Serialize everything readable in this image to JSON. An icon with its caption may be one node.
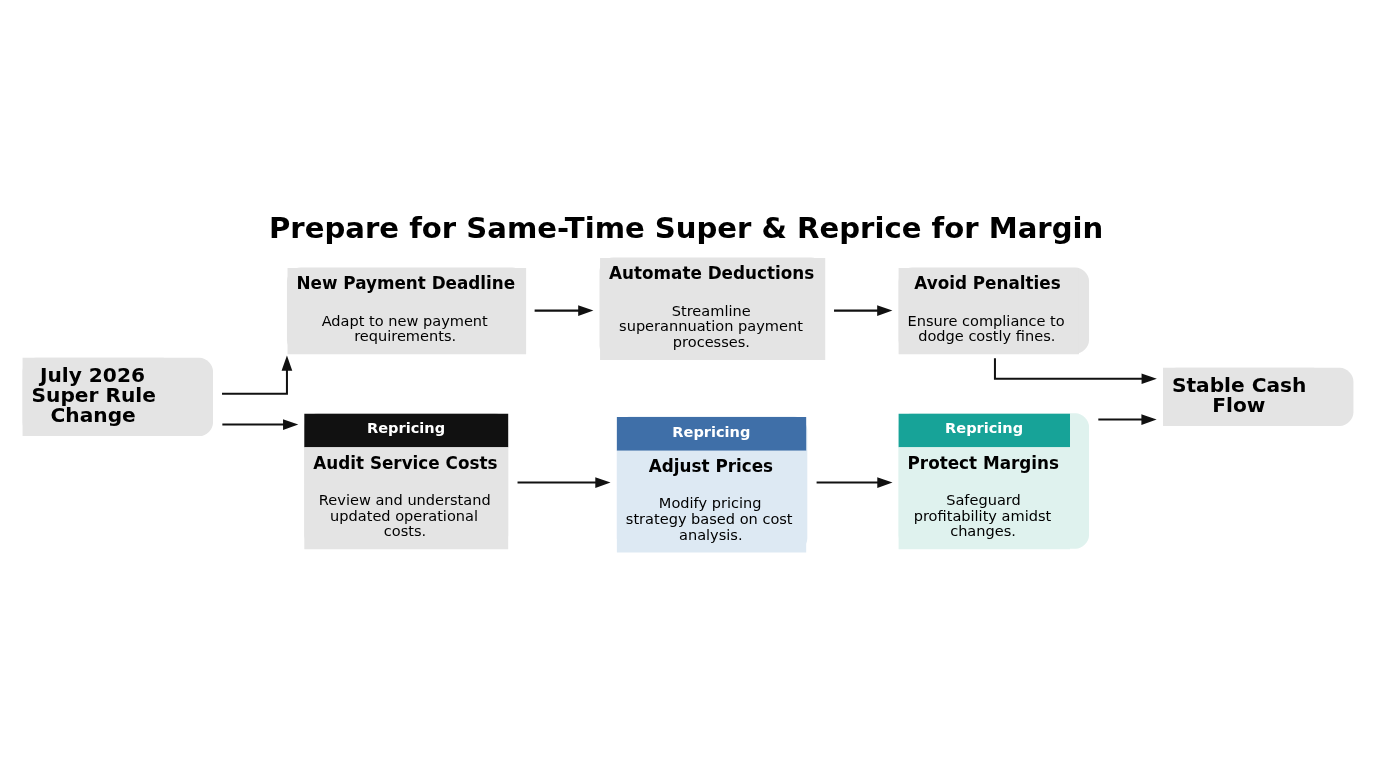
{
  "diagram": {
    "title": "Prepare for Same-Time Super & Reprice for Margin",
    "nodes": [
      {
        "text": [
          "July 2026 Super Rule Change"
        ]
      },
      {
        "text": [
          "New Payment Deadline",
          "Adapt to new payment requirements."
        ]
      },
      {
        "text": [
          "Automate Deductions",
          "Streamline superannuation payment processes."
        ]
      },
      {
        "text": [
          "Avoid Penalties",
          "Ensure compliance to dodge costly fines."
        ]
      },
      {
        "text": [
          "Repricing",
          "Audit Service Costs",
          "Review and understand updated operational costs."
        ]
      },
      {
        "text": [
          "Repricing",
          "Adjust Prices",
          "Modify pricing strategy based on cost analysis."
        ]
      },
      {
        "text": [
          "Repricing",
          "Protect Margins",
          "Safeguard profitability amidst changes."
        ]
      },
      {
        "text": [
          "Stable Cash Flow"
        ]
      }
    ],
    "edges": [
      {
        "from": 0,
        "to": 1,
        "arrow": "to"
      },
      {
        "from": 0,
        "to": 4,
        "arrow": "to"
      },
      {
        "from": 1,
        "to": 2,
        "arrow": "to"
      },
      {
        "from": 2,
        "to": 3,
        "arrow": "to"
      },
      {
        "from": 4,
        "to": 5,
        "arrow": "to"
      },
      {
        "from": 5,
        "to": 6,
        "arrow": "to"
      },
      {
        "from": 3,
        "to": 7,
        "arrow": "to"
      },
      {
        "from": 6,
        "to": 7,
        "arrow": "to"
      }
    ]
  }
}
